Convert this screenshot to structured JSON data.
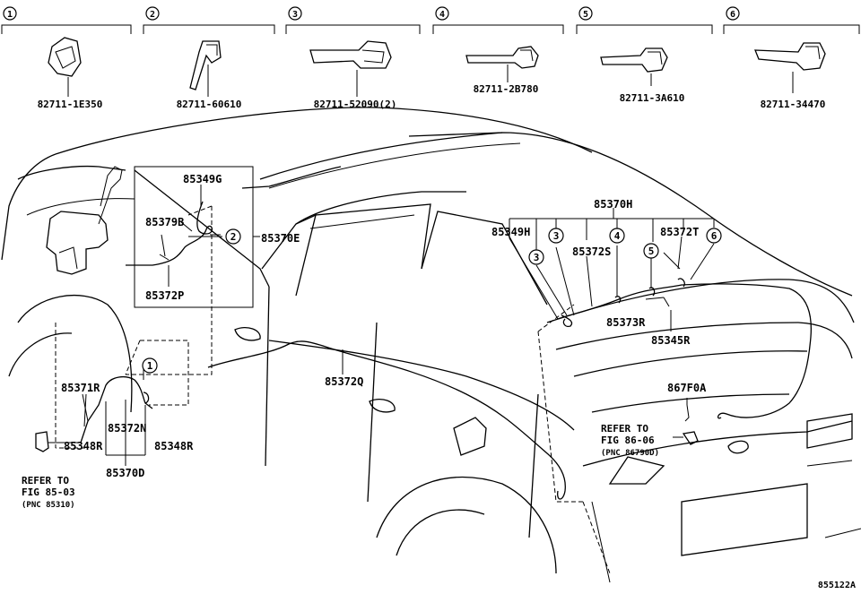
{
  "header": {
    "items": [
      {
        "index": "1",
        "part": "82711-1E350"
      },
      {
        "index": "2",
        "part": "82711-60610"
      },
      {
        "index": "3",
        "part": "82711-52090(2)"
      },
      {
        "index": "4",
        "part": "82711-2B780"
      },
      {
        "index": "5",
        "part": "82711-3A610"
      },
      {
        "index": "6",
        "part": "82711-34470"
      }
    ]
  },
  "callouts": {
    "c85349G": "85349G",
    "c85379B": "85379B",
    "c85370E": "85370E",
    "c85372P": "85372P",
    "c85371R": "85371R",
    "c85372N": "85372N",
    "c85348R_a": "85348R",
    "c85348R_b": "85348R",
    "c85370D": "85370D",
    "c85372Q": "85372Q",
    "c85370H": "85370H",
    "c85349H": "85349H",
    "c85372S": "85372S",
    "c85372T": "85372T",
    "c85373R": "85373R",
    "c85345R": "85345R",
    "c867F0A": "867F0A"
  },
  "markers": {
    "m2": "2",
    "m1": "1",
    "m3a": "3",
    "m3b": "3",
    "m4": "4",
    "m5": "5",
    "m6": "6"
  },
  "refs": {
    "left": {
      "line1": "REFER TO",
      "line2": "FIG 85-03",
      "line3": "(PNC 85310)"
    },
    "right": {
      "line1": "REFER TO",
      "line2": "FIG 86-06",
      "line3": "(PNC 86790D)"
    }
  },
  "footer": {
    "code": "855122A"
  }
}
